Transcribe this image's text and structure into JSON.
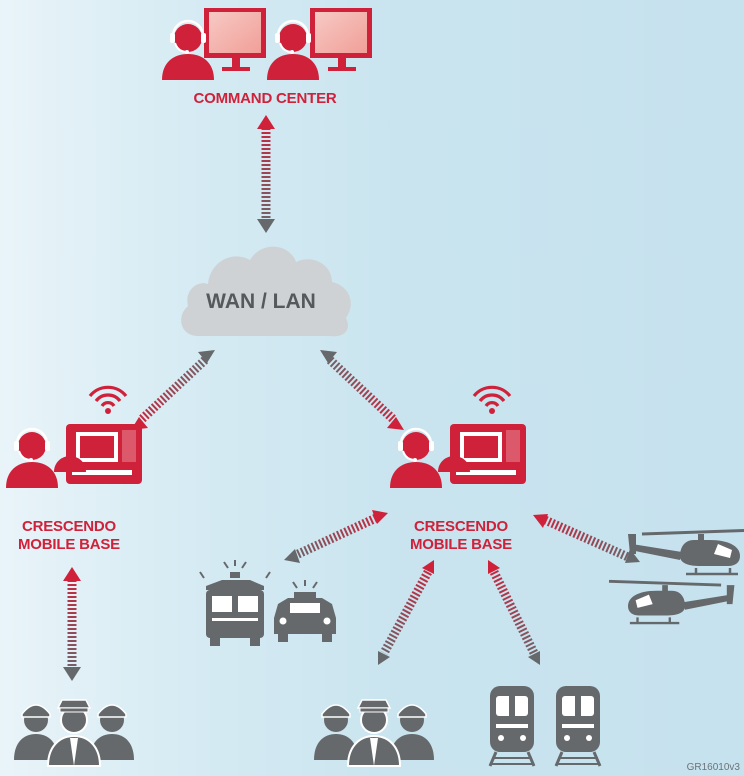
{
  "command_center": {
    "label": "COMMAND CENTER"
  },
  "network": {
    "label": "WAN / LAN"
  },
  "base_left": {
    "line1": "CRESCENDO",
    "line2": "MOBILE BASE"
  },
  "base_right": {
    "line1": "CRESCENDO",
    "line2": "MOBILE BASE"
  },
  "figure_code": "GR16010v3",
  "colors": {
    "accent": "#d0213a",
    "gray": "#66696c",
    "cloud": "#cfd2d4",
    "background": "#cde6f0"
  }
}
